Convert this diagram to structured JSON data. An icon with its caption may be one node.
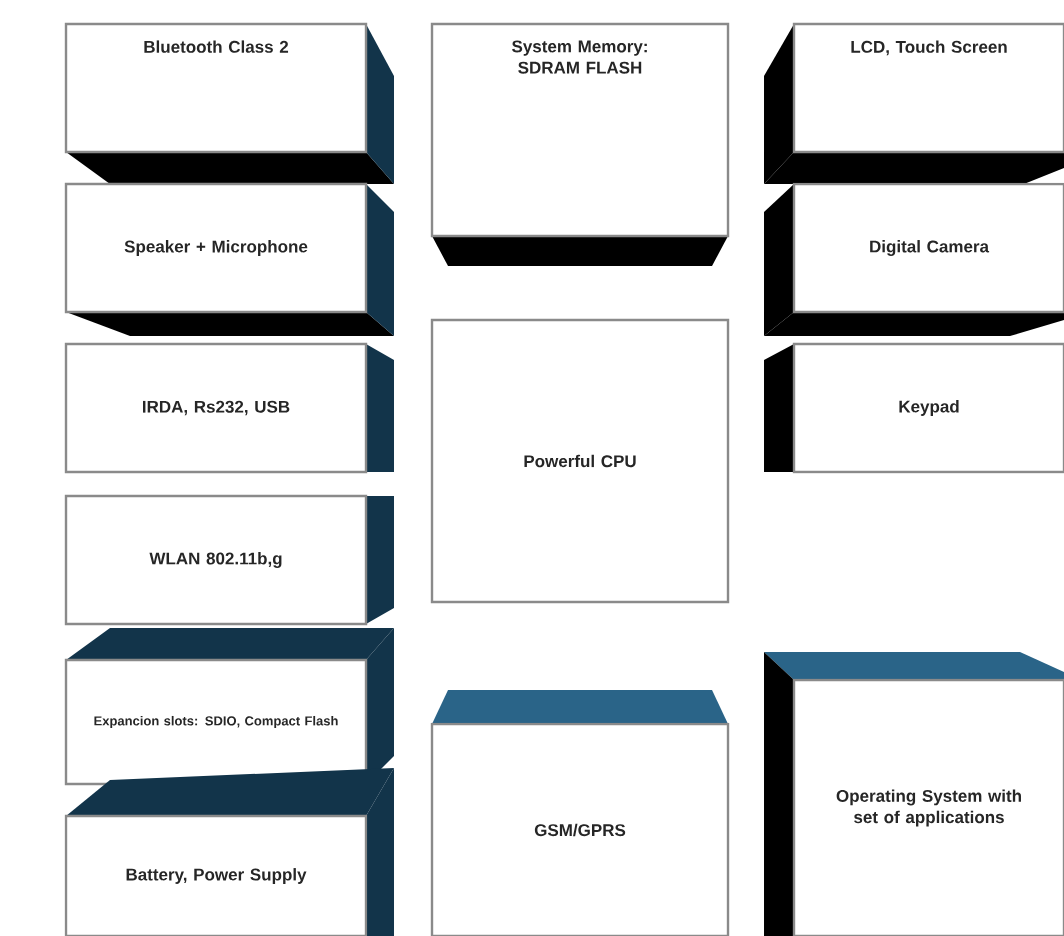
{
  "diagram": {
    "nodes": [
      {
        "text": [
          "Bluetooth Class 2"
        ]
      },
      {
        "text": [
          "Speaker + Microphone"
        ]
      },
      {
        "text": [
          "IRDA, Rs232, USB"
        ]
      },
      {
        "text": [
          "WLAN 802.11b,g"
        ]
      },
      {
        "text": [
          "Expancion slots: SDIO, Compact Flash"
        ]
      },
      {
        "text": [
          "Battery, Power Supply"
        ]
      },
      {
        "text": [
          "System Memory: SDRAM FLASH"
        ]
      },
      {
        "text": [
          "Powerful CPU"
        ]
      },
      {
        "text": [
          "GSM/GPRS"
        ]
      },
      {
        "text": [
          "LCD, Touch Screen"
        ]
      },
      {
        "text": [
          "Digital Camera"
        ]
      },
      {
        "text": [
          "Keypad"
        ]
      },
      {
        "text": [
          "Operating System with set of applications"
        ]
      }
    ]
  }
}
